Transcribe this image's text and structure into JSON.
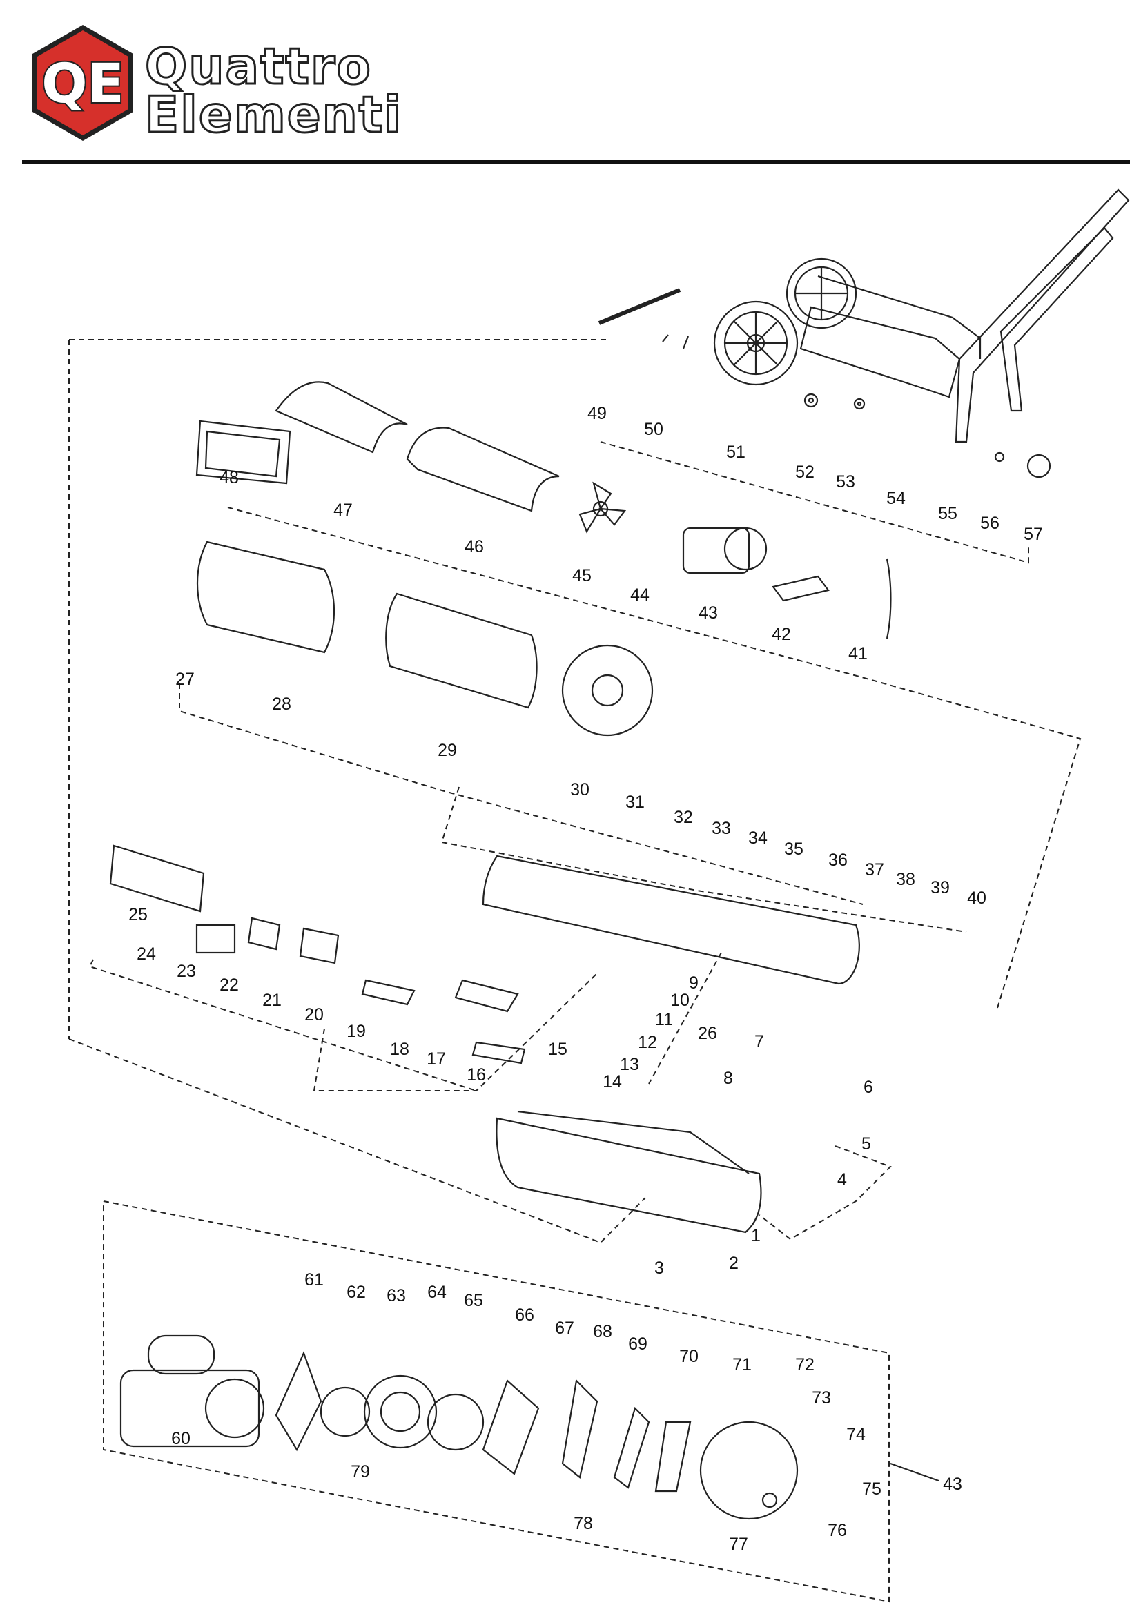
{
  "brand": {
    "monogram": "QE",
    "name_line1": "Quattro",
    "name_line2": "Elementi",
    "colors": {
      "badge": "#d6302b",
      "outline": "#222222",
      "rule": "#111111"
    }
  },
  "diagram": {
    "callouts": [
      "1",
      "2",
      "3",
      "4",
      "5",
      "6",
      "7",
      "8",
      "9",
      "10",
      "11",
      "12",
      "13",
      "14",
      "15",
      "16",
      "17",
      "18",
      "19",
      "20",
      "21",
      "22",
      "23",
      "24",
      "25",
      "26",
      "27",
      "28",
      "29",
      "30",
      "31",
      "32",
      "33",
      "34",
      "35",
      "36",
      "37",
      "38",
      "39",
      "40",
      "41",
      "42",
      "43",
      "44",
      "45",
      "46",
      "47",
      "48",
      "49",
      "50",
      "51",
      "52",
      "53",
      "54",
      "55",
      "56",
      "57",
      "60",
      "61",
      "62",
      "63",
      "64",
      "65",
      "66",
      "67",
      "68",
      "69",
      "70",
      "71",
      "72",
      "73",
      "74",
      "75",
      "76",
      "77",
      "78",
      "79"
    ]
  }
}
